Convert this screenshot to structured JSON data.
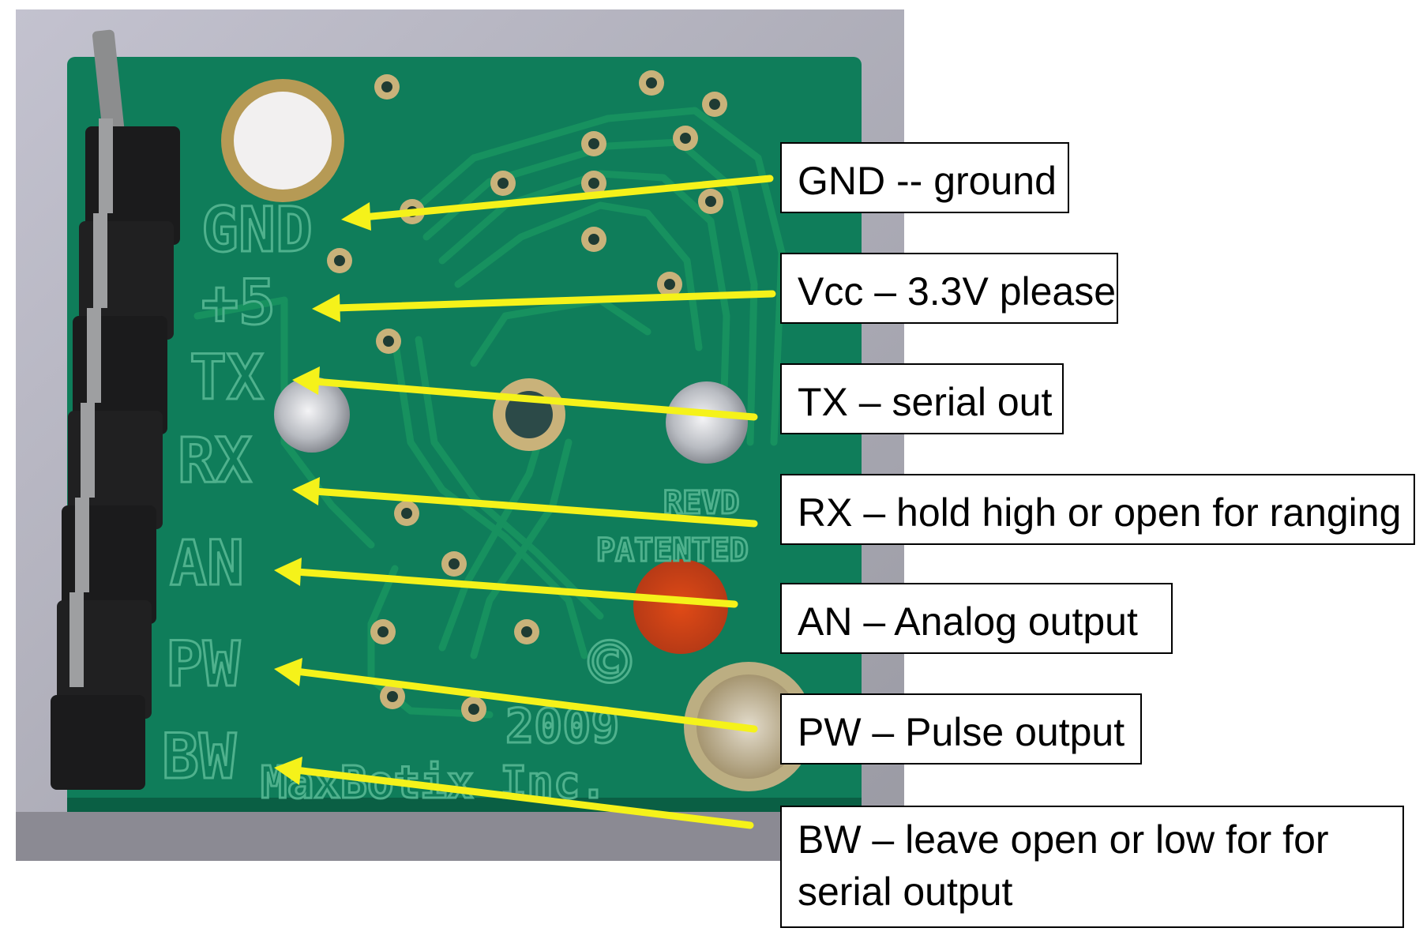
{
  "labels": {
    "gnd": "GND -- ground",
    "vcc": "Vcc – 3.3V please",
    "tx": "TX – serial out",
    "rx": "RX – hold high or open for ranging",
    "an": "AN – Analog output",
    "pw": "PW – Pulse output",
    "bw": "BW – leave open or low for for serial output"
  },
  "silkscreen": {
    "gnd": "GND",
    "plus5": "+5",
    "tx": "TX",
    "rx": "RX",
    "an": "AN",
    "pw": "PW",
    "bw": "BW",
    "maker": "MaxBotix Inc.",
    "patented": "PATENTED",
    "rev": "REVD",
    "year": "2009",
    "copyright": "©"
  },
  "colors": {
    "pcb": "#0f7d5a",
    "arrow": "#f5f21a",
    "pad": "#c9b27a",
    "background_photo": "#b9b8c4"
  }
}
